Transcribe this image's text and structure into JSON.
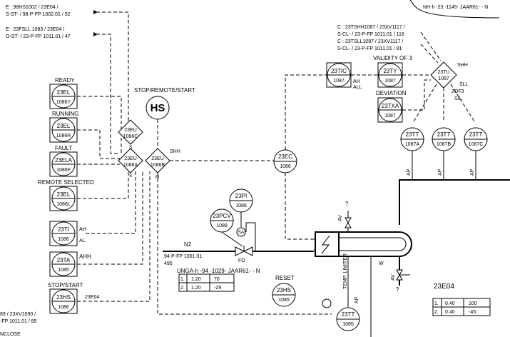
{
  "header": {
    "top_right_tag": "NH-h -23 -1145- JAAR61- - N"
  },
  "left_refs": {
    "ref1_line1": "E : 98HS1002 / 23E04 /",
    "ref1_line2": "S-ST-  / 98-P-FP 1002.01 / 52",
    "ref2_line1": "E : 23FSLL 1083 / 23E04 /",
    "ref2_line2": "O-ST-  / 23-P-FP 1011.01 / 47",
    "bottom_line1": "89 / 23XV1090 /",
    "bottom_line2": "-FP 1011.01 / 85",
    "bottom_line3": "NCLOSE"
  },
  "right_refs": {
    "line1": "C : 23TSHH1087 / 23XV1117 /",
    "line2": "S-CL-  / 23-P-FP 1011.01 / 116",
    "line3": "C : 23TSLL1087 / 23XV1117 /",
    "line4": "S-CL-  / 23-P-FP 1011.01 / 81"
  },
  "labels": {
    "ready": "READY",
    "running": "RUNNING",
    "fault": "FAULT",
    "remote_selected": "REMOTE SELECTED",
    "stop_start": "STOP/START",
    "stop_remote_start": "STOP/REMOTE/START",
    "validity": "VALIDITY OF 3",
    "deviation": "DEVIATION",
    "shh_left": "SHH",
    "shh_right": "SHH",
    "sll": "SLL",
    "of3": "2OF3",
    "sil": "SIL",
    "ah": "AH",
    "al": "AL",
    "ahh": "AHH",
    "tic_ah": "AH",
    "tic_al": "ALL",
    "e04_tag": "23E04",
    "n2": "N2",
    "line_no1": "94-P-FP 1001.01",
    "line_no2": "495",
    "unga": "UNGA-h -94 -1029- JAAR61- - N",
    "fo": "FO",
    "reset": "RESET",
    "temp_limiter": "TEMP. LIMITER",
    "w_label": "W",
    "av1": "AV",
    "av2": "AV",
    "q1": "?",
    "q2": "?",
    "equipment_tag": "23E04",
    "ap1": "AP",
    "ap2": "AP",
    "ap3": "AP",
    "ap4": "AP",
    "s1": "S",
    "s2": "S",
    "m1": "M",
    "sa": "SA"
  },
  "instruments": {
    "el_ready": {
      "top": "23EL",
      "bottom": "1086Y"
    },
    "el_running": {
      "top": "23EL",
      "bottom": "1086R"
    },
    "ela_fault": {
      "top": "23ELA",
      "bottom": "1086F"
    },
    "el_remote": {
      "top": "23EL",
      "bottom": "1086L"
    },
    "ti": {
      "top": "23TI",
      "bottom": "1086"
    },
    "ta": {
      "top": "23TA",
      "bottom": "1085"
    },
    "hs_start": {
      "top": "23HS",
      "bottom": "1086"
    },
    "hs_main": {
      "top": "HS"
    },
    "eu_c": {
      "top": "23EU",
      "bottom": "1086C"
    },
    "eu_a": {
      "top": "23EU",
      "bottom": "1086A"
    },
    "eu_b": {
      "top": "23EU",
      "bottom": "1086B"
    },
    "ec": {
      "top": "23EC",
      "bottom": "1086"
    },
    "tic": {
      "top": "23TIC",
      "bottom": "1087"
    },
    "ty": {
      "top": "23TY",
      "bottom": "1087"
    },
    "tu": {
      "top": "23TU",
      "bottom": "1087"
    },
    "txa": {
      "top": "23TXA",
      "bottom": "1087"
    },
    "tt_a": {
      "top": "23TT",
      "bottom": "1087A"
    },
    "tt_b": {
      "top": "23TT",
      "bottom": "1087B"
    },
    "tt_c": {
      "top": "23TT",
      "bottom": "1087C"
    },
    "pi": {
      "top": "23PI",
      "bottom": "1088"
    },
    "pcv": {
      "top": "23PCV",
      "bottom": "1088"
    },
    "hs_reset": {
      "top": "23HS",
      "bottom": "1085"
    },
    "tt_limiter": {
      "top": "23TT",
      "bottom": "1085"
    }
  },
  "table_left": {
    "rows": [
      {
        "n": "1.",
        "a": "1.20",
        "b": "70"
      },
      {
        "n": "2.",
        "a": "1.20",
        "b": "-29"
      }
    ]
  },
  "table_right": {
    "rows": [
      {
        "n": "1.",
        "a": "0.40",
        "b": "100"
      },
      {
        "n": "2.",
        "a": "0.40",
        "b": "-45"
      }
    ]
  }
}
